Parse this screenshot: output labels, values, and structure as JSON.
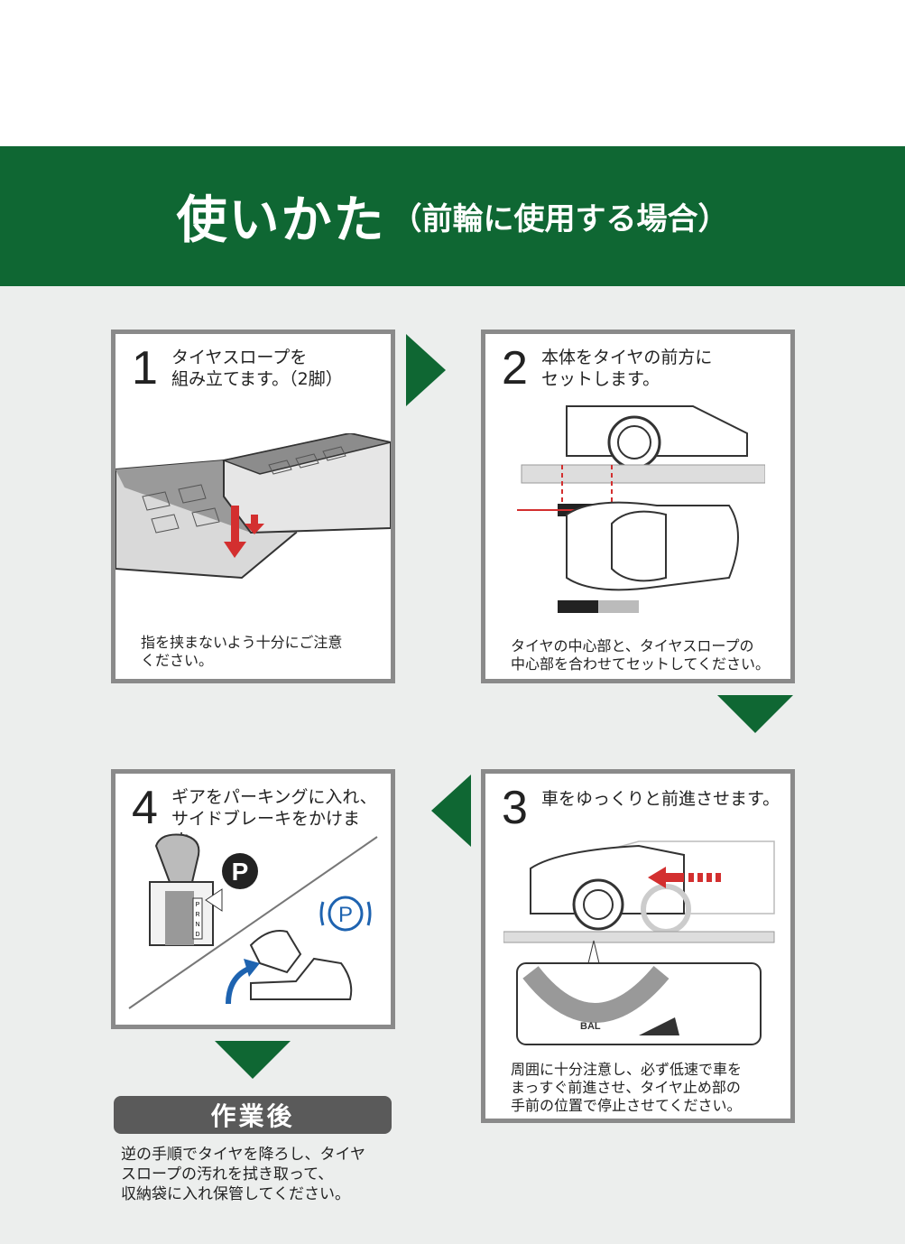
{
  "header": {
    "title_main": "使いかた",
    "title_sub": "（前輪に使用する場合）"
  },
  "steps": [
    {
      "number": "1",
      "title": "タイヤスロープを\n組み立てます。（2脚）",
      "note": "指を挟まないよう十分にご注意\nください。"
    },
    {
      "number": "2",
      "title": "本体をタイヤの前方に\nセットします。",
      "note": "タイヤの中心部と、タイヤスロープの\n中心部を合わせてセットしてください。"
    },
    {
      "number": "3",
      "title": "車をゆっくりと前進させます。",
      "note": "周囲に十分注意し、必ず低速で車を\nまっすぐ前進させ、タイヤ止め部の\n手前の位置で停止させてください。"
    },
    {
      "number": "4",
      "title": "ギアをパーキングに入れ、\nサイドブレーキをかけます。",
      "note": ""
    }
  ],
  "illustrations": {
    "parking_label": "P",
    "gear_labels": [
      "P",
      "R",
      "N",
      "D"
    ],
    "brand_label": "BAL"
  },
  "after": {
    "label": "作業後",
    "text": "逆の手順でタイヤを降ろし、タイヤ\nスロープの汚れを拭き取って、\n収納袋に入れ保管してください。"
  },
  "colors": {
    "brand_green": "#0f6733",
    "panel_border": "#8a8a8a",
    "accent_red": "#d32f2f",
    "brake_blue": "#1e63b0"
  }
}
